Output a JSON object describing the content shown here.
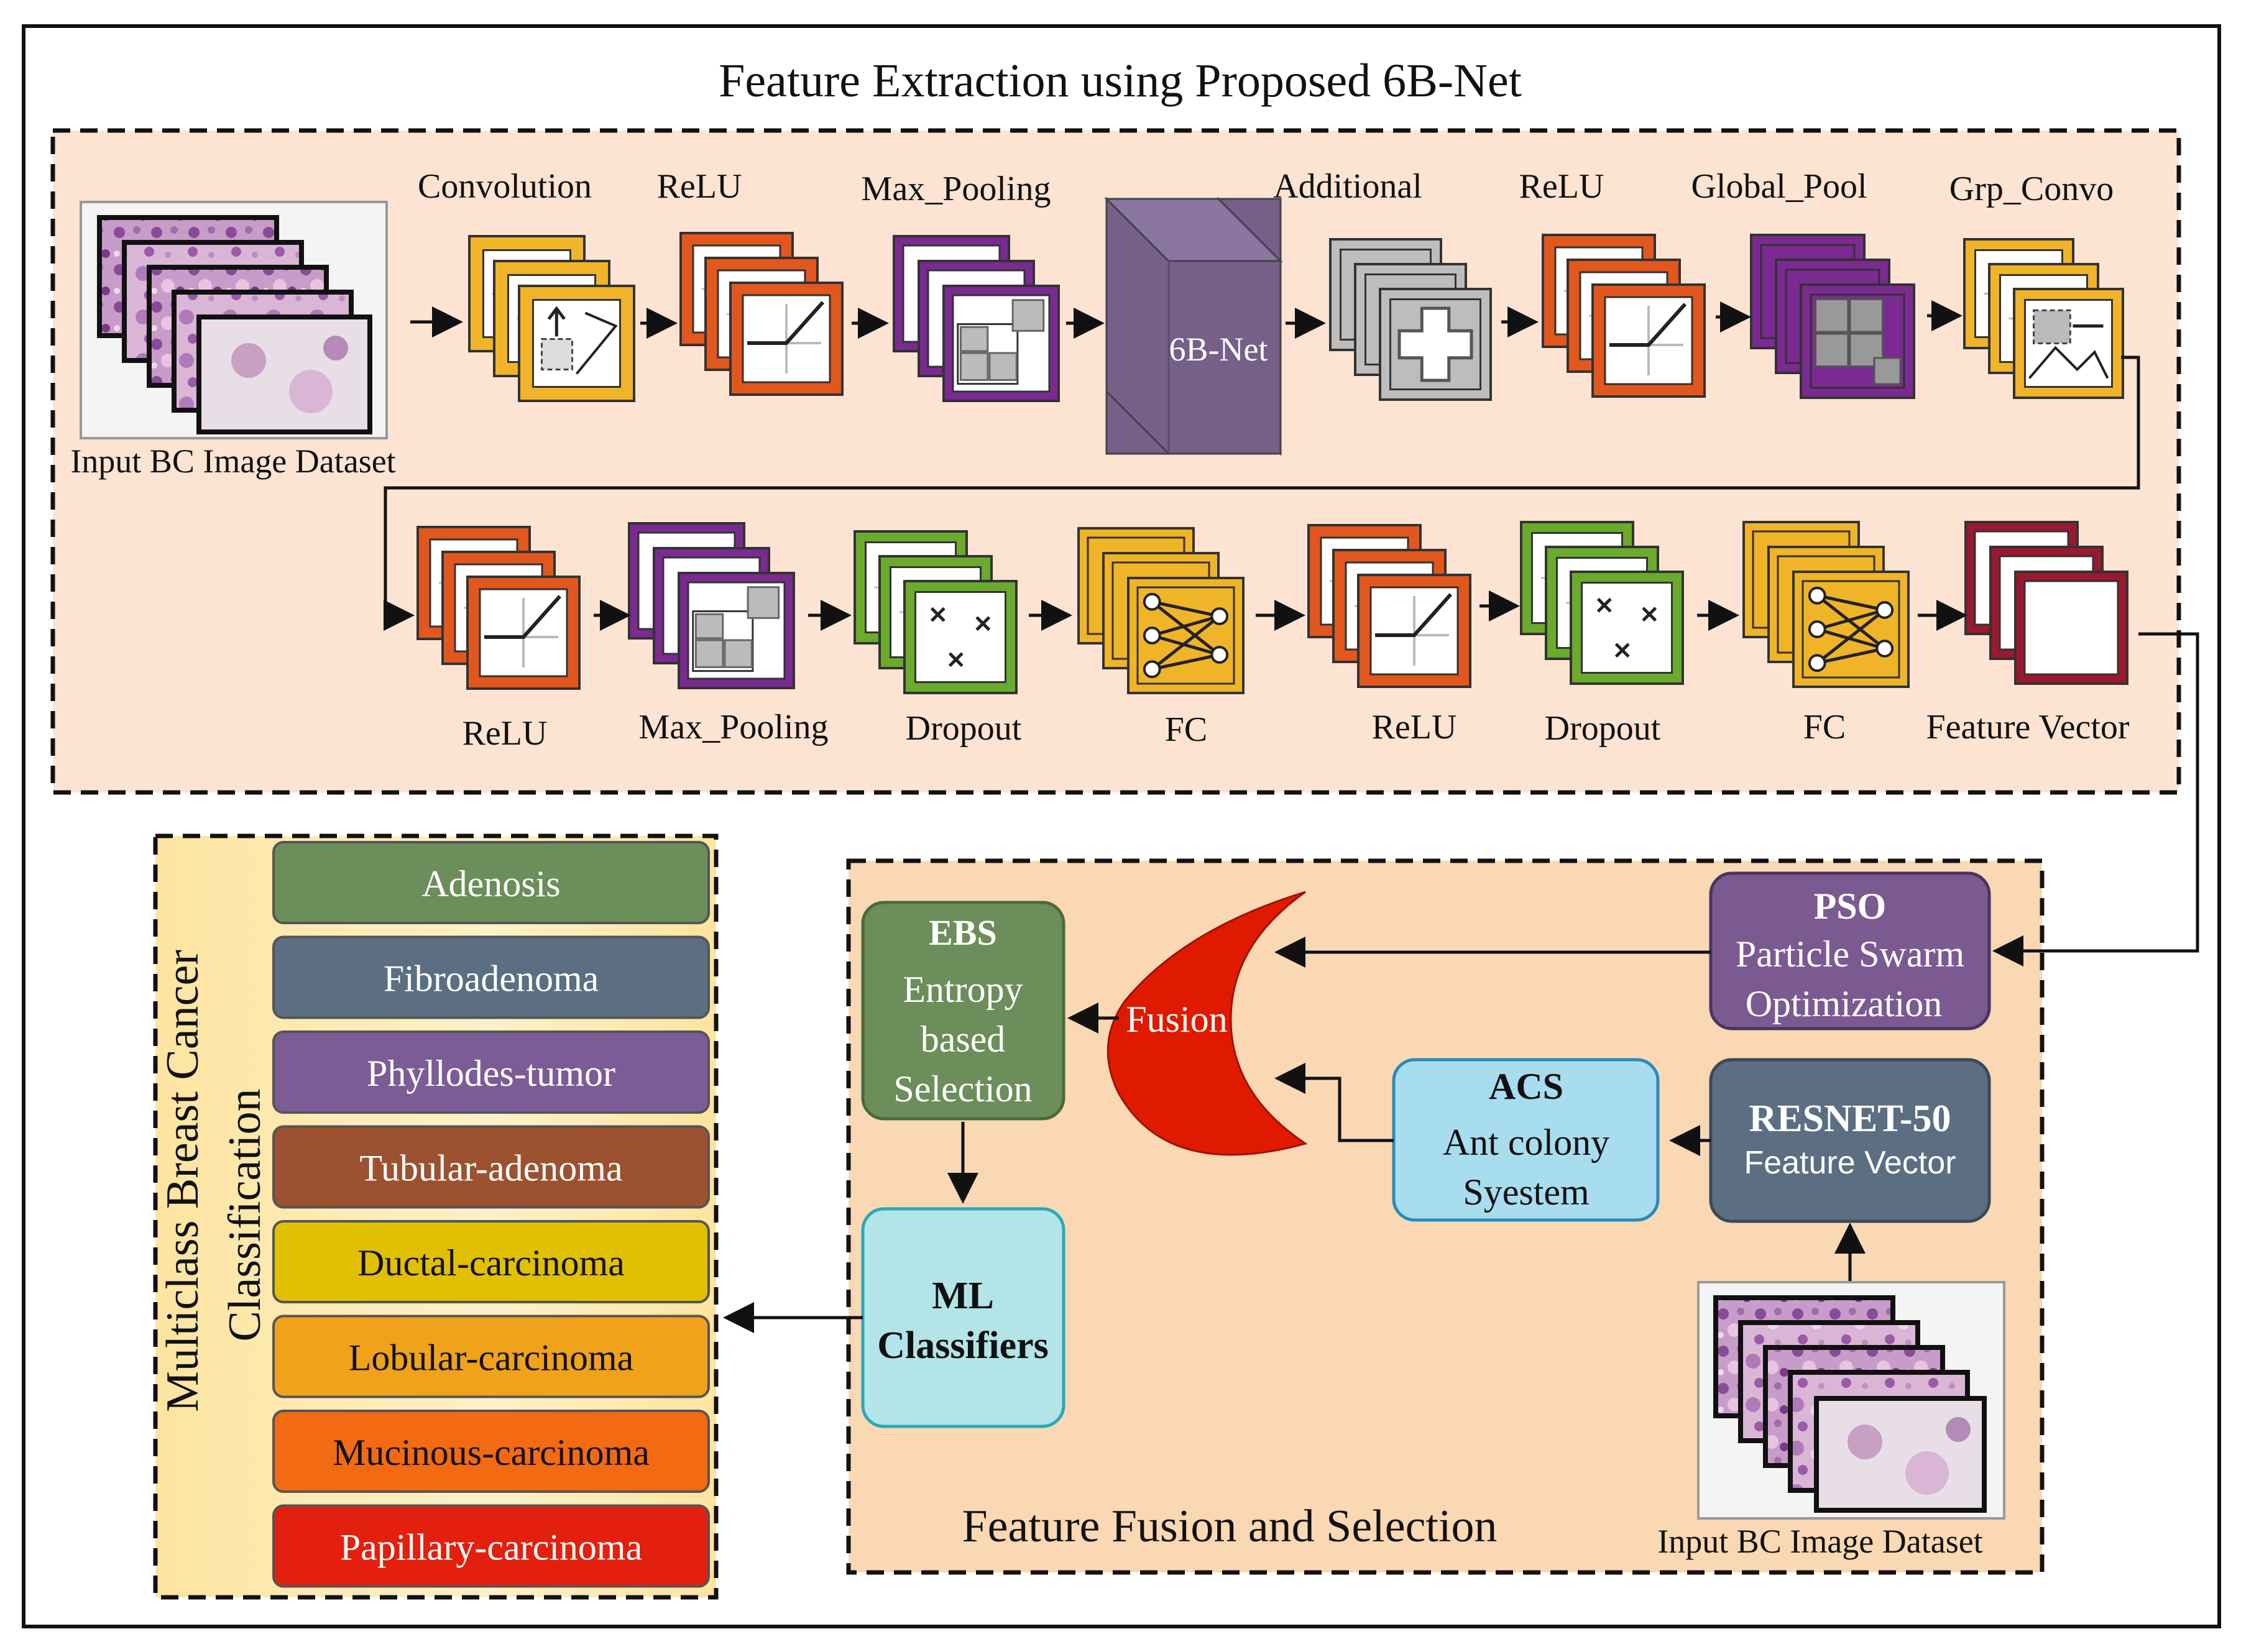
{
  "extraction": {
    "title": "Feature Extraction using Proposed 6B-Net",
    "dataset_label": "Input BC Image Dataset",
    "net_block_label": "6B-Net",
    "row1_labels": [
      "Convolution",
      "ReLU",
      "Max_Pooling",
      "Additional",
      "ReLU",
      "Global_Pool",
      "Grp_Convo"
    ],
    "row2_labels": [
      "ReLU",
      "Max_Pooling",
      "Dropout",
      "FC",
      "ReLU",
      "Dropout",
      "FC",
      "Feature Vector"
    ]
  },
  "fusion": {
    "title": "Feature Fusion and Selection",
    "fusion_label": "Fusion",
    "pso": {
      "title": "PSO",
      "line1": "Particle Swarm",
      "line2": "Optimization"
    },
    "ebs": {
      "title": "EBS",
      "line1": "Entropy",
      "line2": "based",
      "line3": "Selection"
    },
    "acs": {
      "title": "ACS",
      "line1": "Ant colony",
      "line2": "Syestem"
    },
    "resnet": {
      "title": "RESNET-50",
      "line1": "Feature Vector"
    },
    "ml": {
      "line1": "ML",
      "line2": "Classifiers"
    },
    "dataset_label": "Input BC Image Dataset"
  },
  "classification": {
    "title_line1": "Multiclass Breast Cancer",
    "title_line2": "Classification",
    "classes": [
      "Adenosis",
      "Fibroadenoma",
      "Phyllodes-tumor",
      "Tubular-adenoma",
      "Ductal-carcinoma",
      "Lobular-carcinoma",
      "Mucinous-carcinoma",
      "Papillary-carcinoma"
    ],
    "class_colors": [
      "#6b8e5a",
      "#5b6e82",
      "#7c5c96",
      "#9c5230",
      "#e0c000",
      "#efa21a",
      "#f26a12",
      "#e3200e"
    ]
  },
  "colors": {
    "conv": "#f0b428",
    "relu": "#e2571d",
    "pool": "#7b2a92",
    "additional": "#bdbdbd",
    "dropout": "#6aaa2c",
    "fc": "#f0b428",
    "feature_vector": "#9a1830",
    "net_block": "#76608a",
    "fusion": "#e01a00",
    "extraction_bg": "#fde4d2",
    "fusion_bg": "#fad8b4",
    "classification_bg": "#fde6a8"
  }
}
